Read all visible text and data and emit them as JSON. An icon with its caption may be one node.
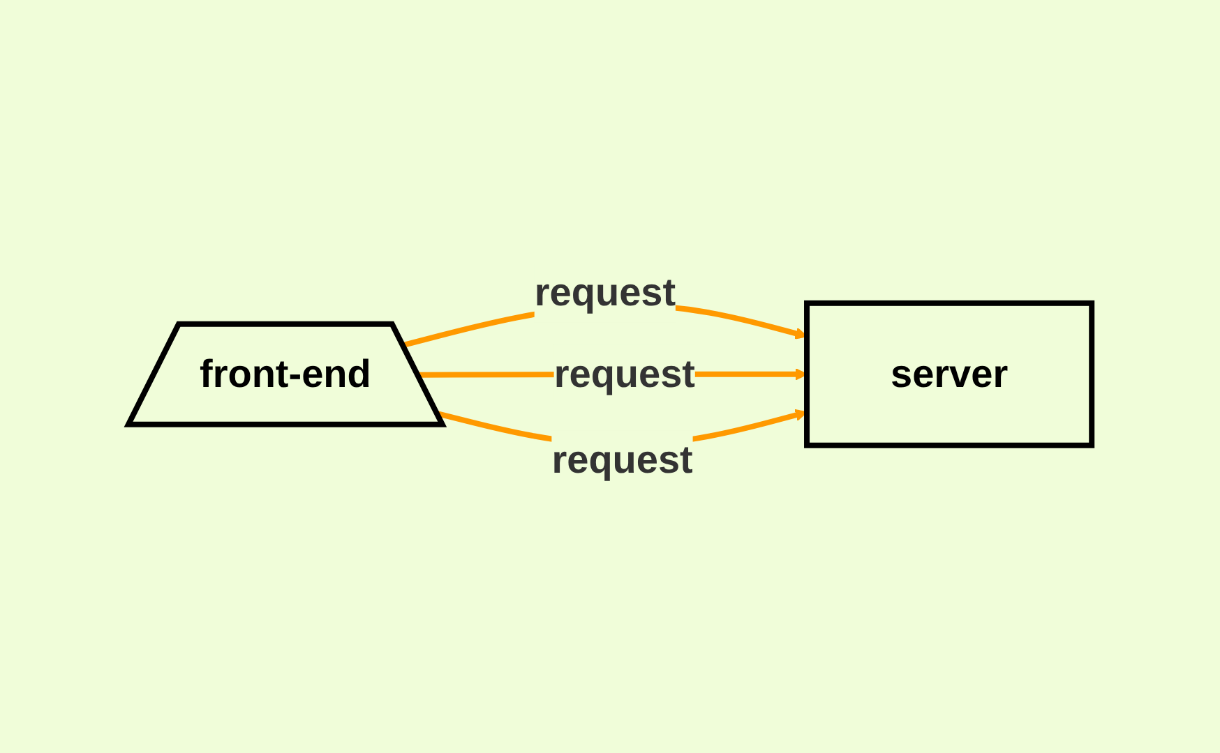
{
  "diagram": {
    "nodes": [
      {
        "text": [
          "front-end"
        ]
      },
      {
        "text": [
          "server"
        ]
      }
    ],
    "edges": [
      {
        "from": 0,
        "to": 1,
        "arrow": "to",
        "label": "request",
        "color": "#ff9900"
      },
      {
        "from": 0,
        "to": 1,
        "arrow": "to",
        "label": "request",
        "color": "#ff9900"
      },
      {
        "from": 0,
        "to": 1,
        "arrow": "to",
        "label": "request",
        "color": "#ff9900"
      }
    ]
  }
}
